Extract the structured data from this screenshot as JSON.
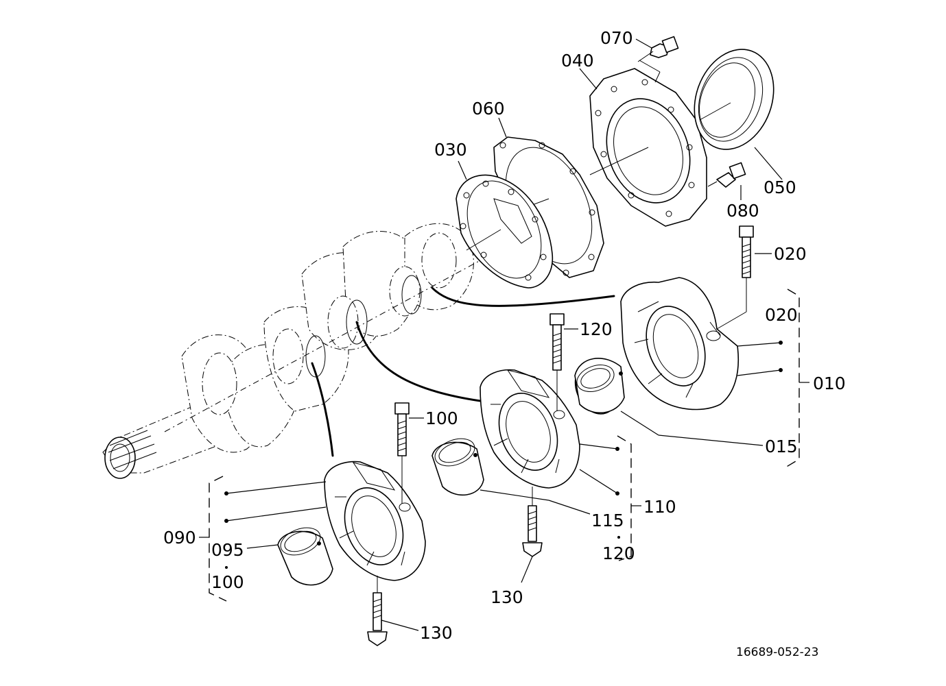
{
  "labels": {
    "p070": "070",
    "p040": "040",
    "p060": "060",
    "p030": "030",
    "p050": "050",
    "p080": "080",
    "p020a": "020",
    "p020b": "020",
    "p010": "010",
    "p120a": "120",
    "p015": "015",
    "p100a": "100",
    "p110": "110",
    "p115": "115",
    "p120b": "120",
    "p090": "090",
    "p095": "095",
    "p100b": "100",
    "p130a": "130",
    "p130b": "130"
  },
  "drawing_number": "16689-052-23"
}
